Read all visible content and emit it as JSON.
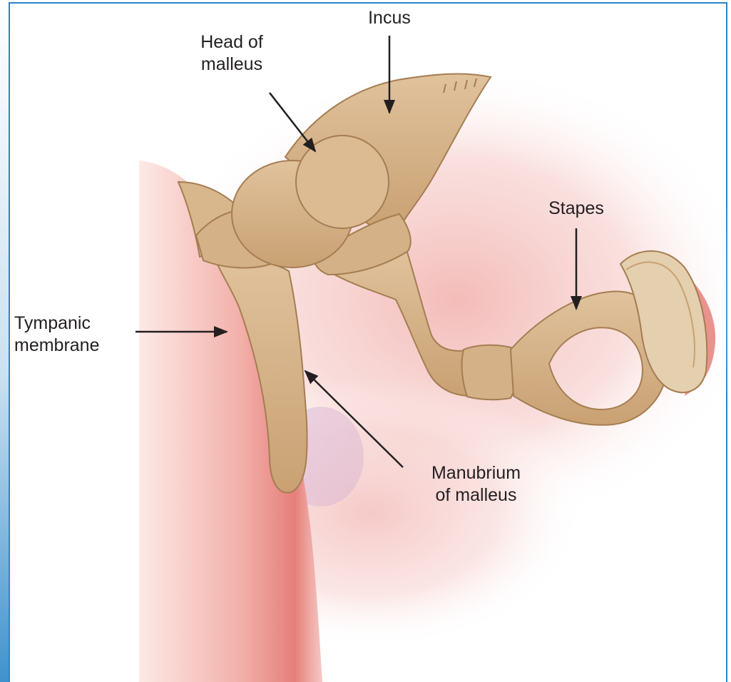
{
  "labels": {
    "incus": "Incus",
    "head_of_malleus": [
      "Head of",
      "malleus"
    ],
    "stapes": "Stapes",
    "tympanic_membrane": [
      "Tympanic",
      "membrane"
    ],
    "manubrium_of_malleus": [
      "Manubrium",
      "of malleus"
    ]
  },
  "colors": {
    "bone": "#d6b48b",
    "bone_shadow": "#b48a5e",
    "bone_outline": "#a57d52",
    "membrane": "#e88a86",
    "soft_tissue": "#f6cfcc",
    "frame_blue": "#2a86c8",
    "label_text": "#231f20"
  }
}
